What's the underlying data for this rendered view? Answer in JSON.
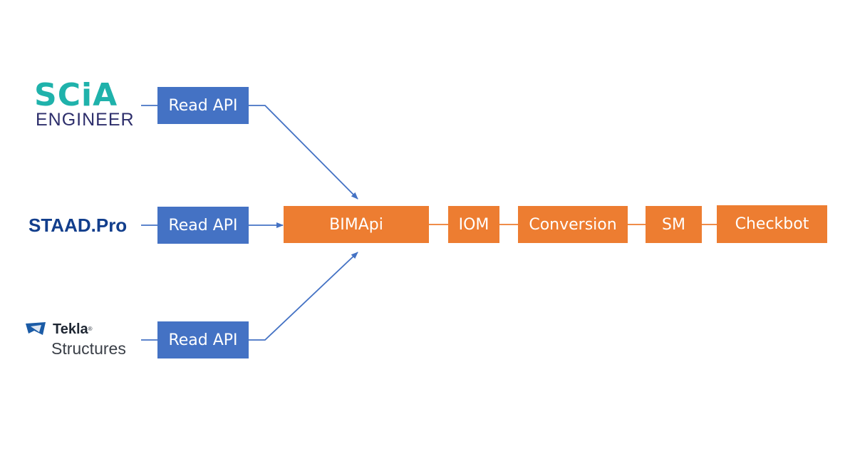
{
  "logos": {
    "scia": {
      "top": "SCiA",
      "bottom": "ENGINEER"
    },
    "staad": {
      "text": "STAAD.Pro"
    },
    "tekla": {
      "name": "Tekla",
      "reg": "®",
      "sub": "Structures"
    }
  },
  "read_api": {
    "top": "Read API",
    "middle": "Read API",
    "bottom": "Read API"
  },
  "pipeline": {
    "bimapi": "BIMApi",
    "iom": "IOM",
    "conversion": "Conversion",
    "sm": "SM",
    "checkbot": "Checkbot"
  },
  "colors": {
    "read_api_fill": "#4472C4",
    "pipeline_fill": "#ED7D31",
    "arrow": "#4472C4",
    "pipeline_line": "#ED7D31",
    "scia_teal": "#1FB2AB",
    "scia_navy": "#2D2E6B",
    "staad_blue": "#123E8C",
    "tekla_blue": "#1B5BA6"
  }
}
